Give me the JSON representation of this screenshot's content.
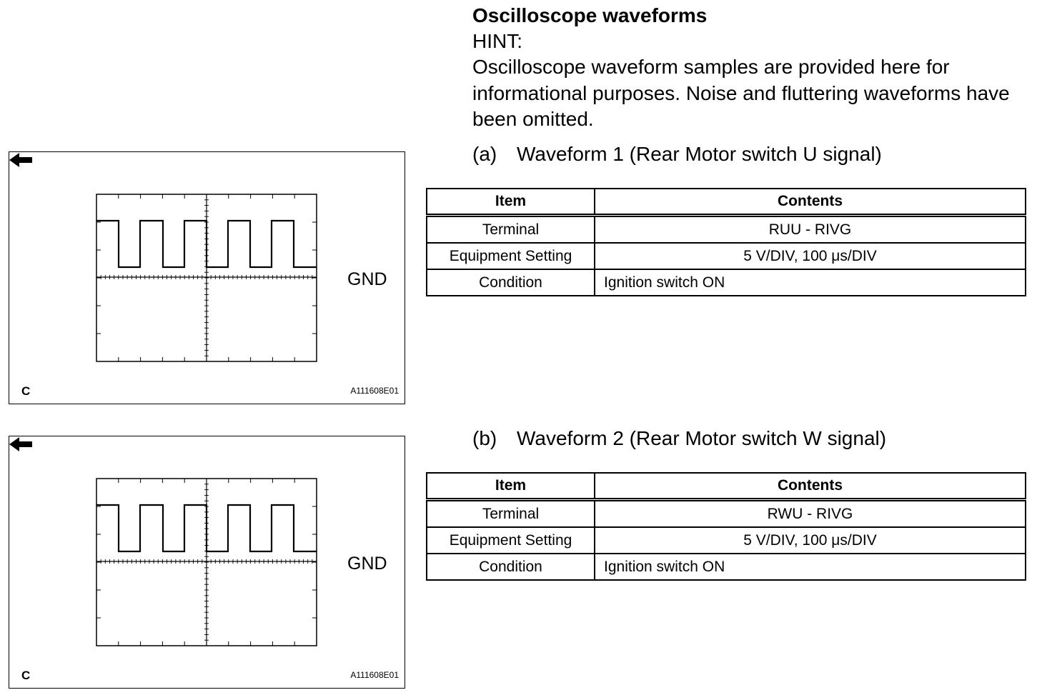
{
  "heading": "Oscilloscope waveforms",
  "hint_label": "HINT:",
  "hint_text": "Oscilloscope waveform samples are provided here for informational purposes. Noise and fluttering waveforms have been omitted.",
  "sections": [
    {
      "letter": "(a)",
      "title": "Waveform 1 (Rear Motor switch U signal)",
      "figure": {
        "code": "C",
        "id": "A111608E01",
        "gnd_label": "GND"
      },
      "table": {
        "headers": [
          "Item",
          "Contents"
        ],
        "rows": [
          [
            "Terminal",
            "RUU - RIVG"
          ],
          [
            "Equipment Setting",
            "5 V/DIV, 100 μs/DIV"
          ],
          [
            "Condition",
            "Ignition switch ON"
          ]
        ]
      }
    },
    {
      "letter": "(b)",
      "title": "Waveform 2 (Rear Motor switch W signal)",
      "figure": {
        "code": "C",
        "id": "A111608E01",
        "gnd_label": "GND"
      },
      "table": {
        "headers": [
          "Item",
          "Contents"
        ],
        "rows": [
          [
            "Terminal",
            "RWU - RIVG"
          ],
          [
            "Equipment Setting",
            "5 V/DIV, 100 μs/DIV"
          ],
          [
            "Condition",
            "Ignition switch ON"
          ]
        ]
      }
    }
  ]
}
